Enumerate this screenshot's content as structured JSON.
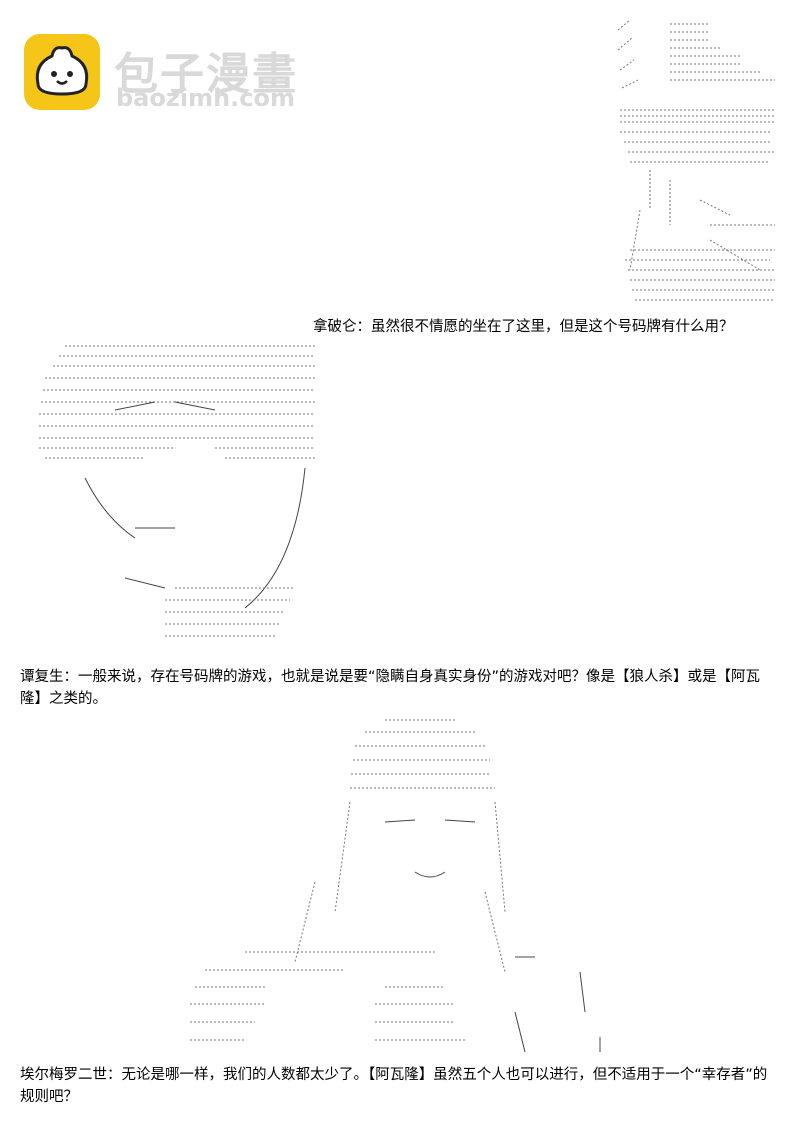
{
  "logo": {
    "icon": "bun-mascot-icon",
    "name_cn": "包子漫畫",
    "name_en": "baozimh.com",
    "color": "#f5c518"
  },
  "panels": [
    {
      "art": "aa-art-character-seated",
      "speaker": "拿破仑",
      "line": "虽然很不情愿的坐在了这里，但是这个号码牌有什么用？"
    },
    {
      "art": "aa-art-character-face",
      "speaker": "谭复生",
      "line": "一般来说，存在号码牌的游戏，也就是说是要“隐瞒自身真实身份”的游戏对吧？像是【狼人杀】或是【阿瓦隆】之类的。"
    },
    {
      "art": "aa-art-character-longhair",
      "speaker": "埃尔梅罗二世",
      "line": "无论是哪一样，我们的人数都太少了。【阿瓦隆】虽然五个人也可以进行，但不适用于一个“幸存者”的规则吧？"
    }
  ]
}
